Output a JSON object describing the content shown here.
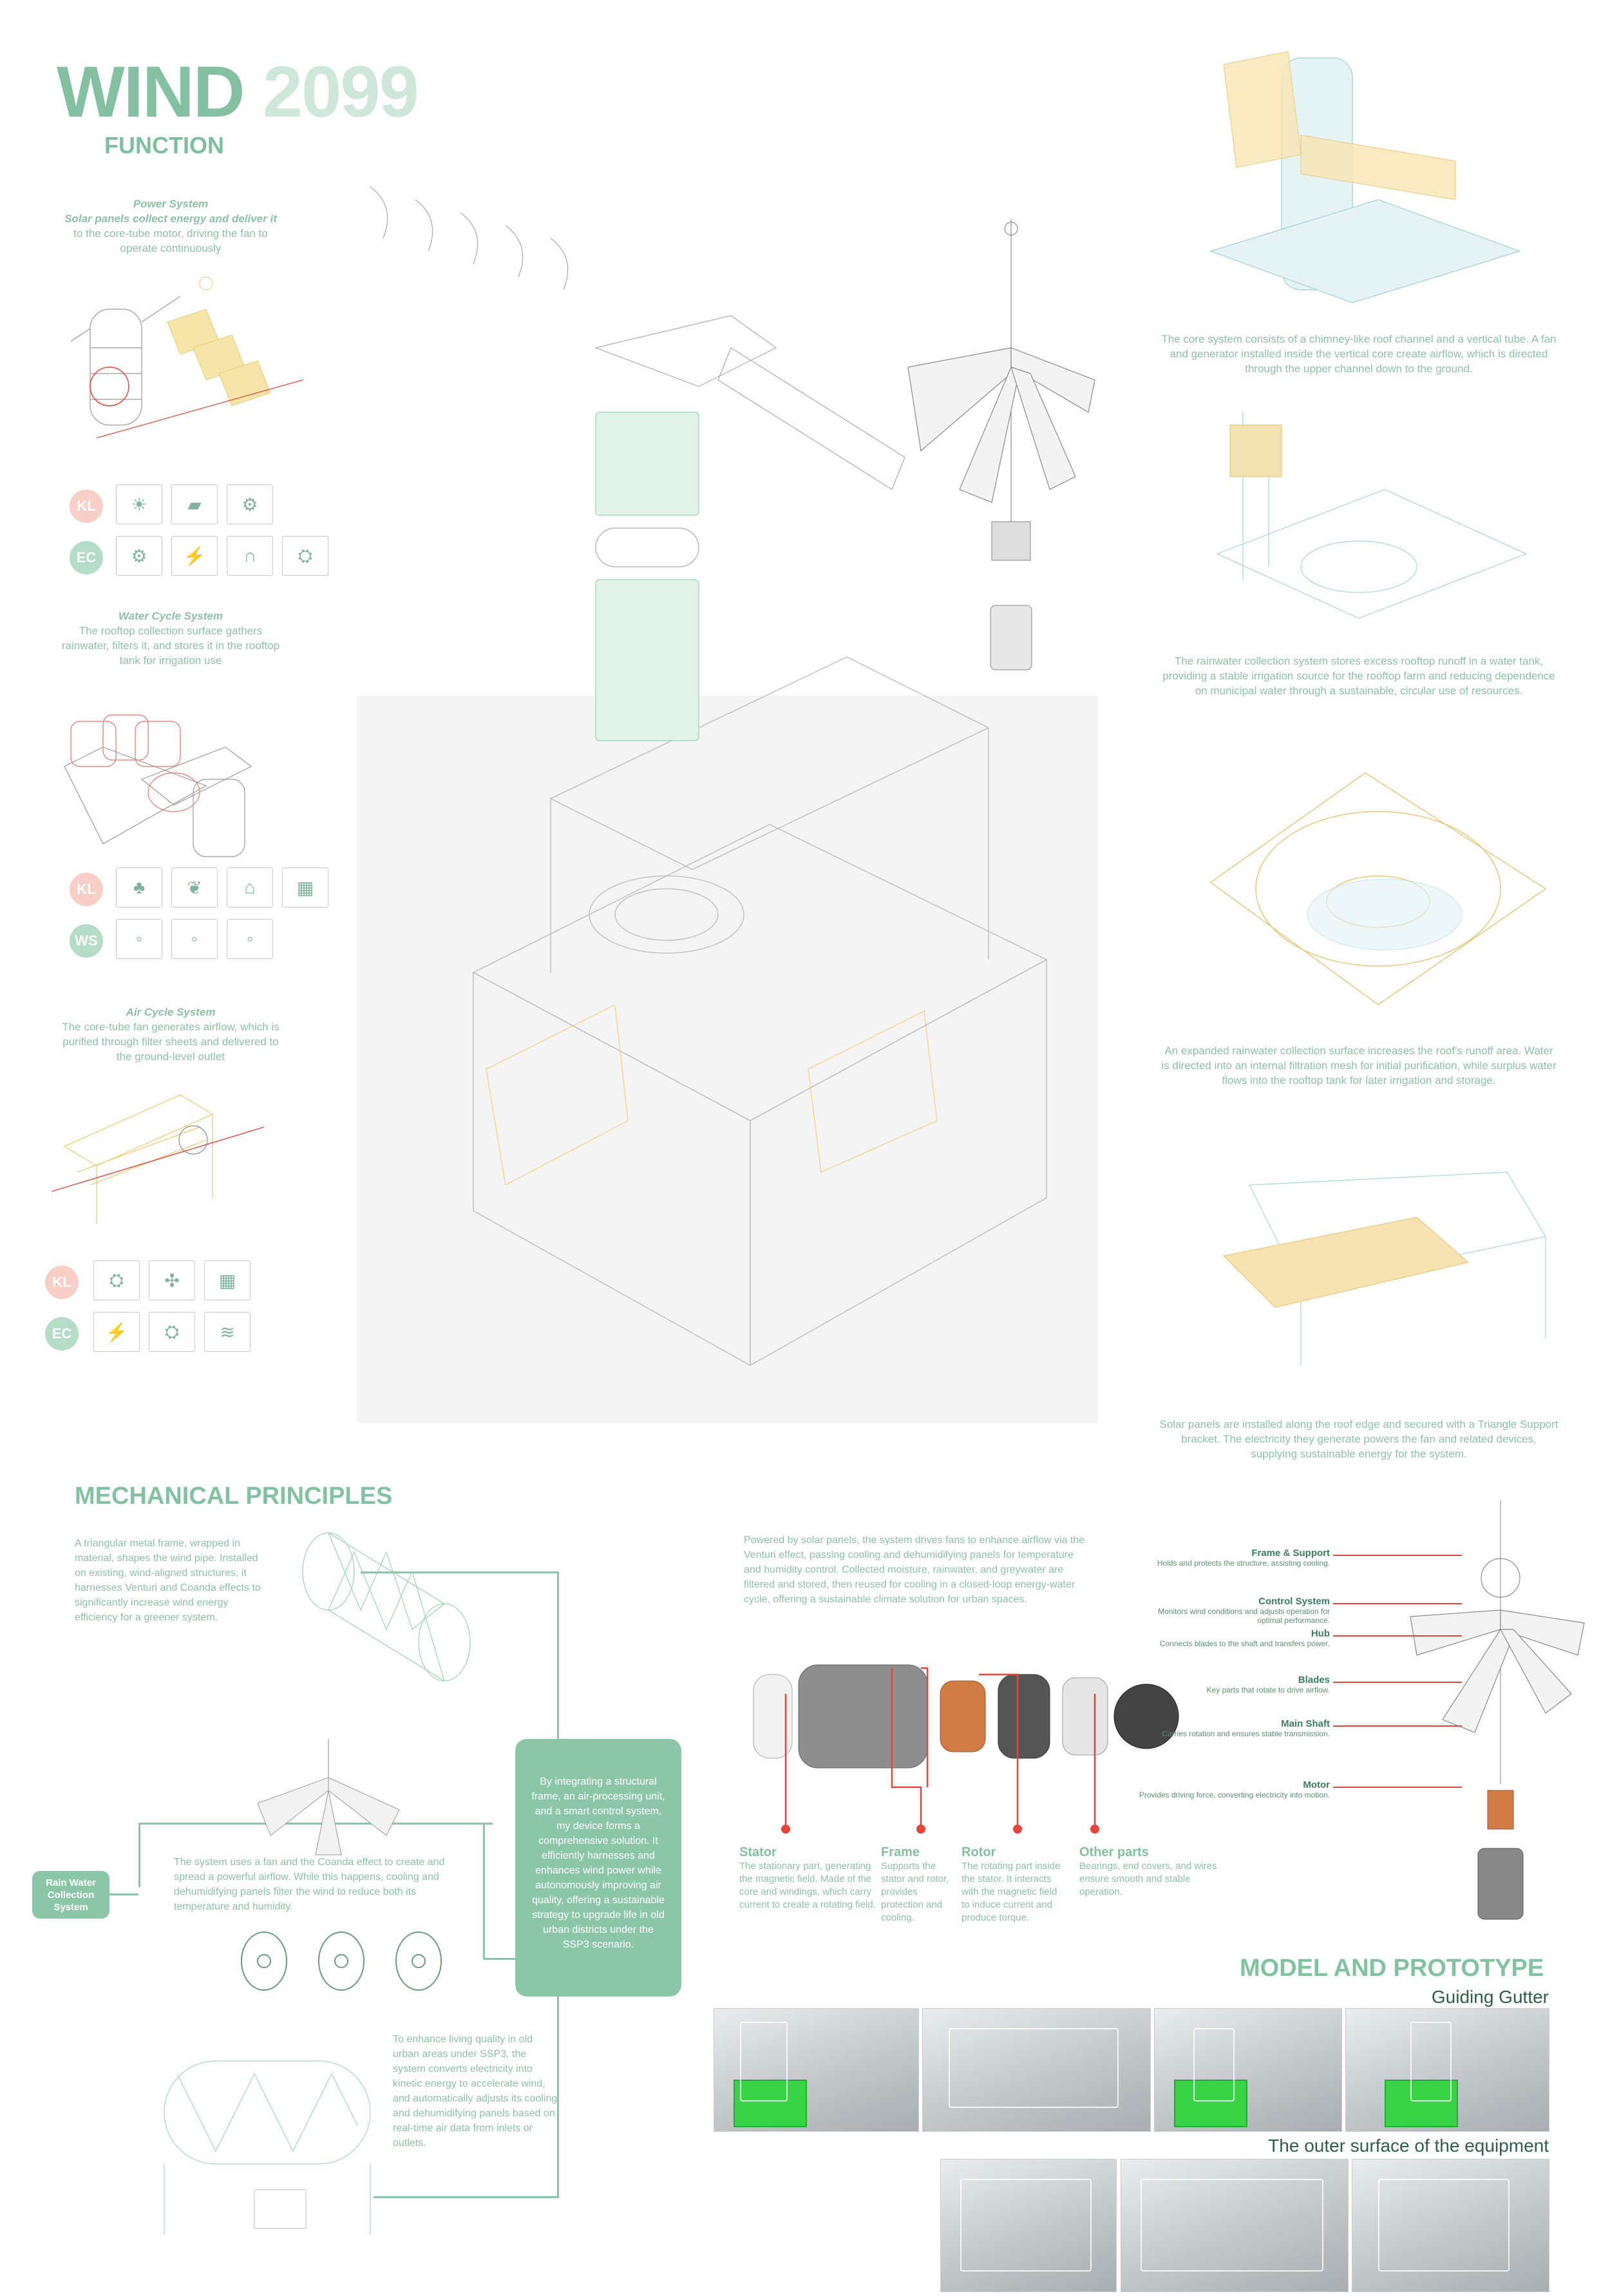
{
  "header": {
    "title_wind": "WIND",
    "title_year": "2099",
    "subtitle": "FUNCTION"
  },
  "function": {
    "power": {
      "title": "Power System",
      "text1": "Solar panels collect energy and deliver it",
      "text2": "to the core-tube motor, driving the fan to operate continuously"
    },
    "water": {
      "title": "Water Cycle System",
      "text": "The rooftop collection surface gathers rainwater, filters it, and stores it in the rooftop tank for irrigation use"
    },
    "air": {
      "title": "Air Cycle System",
      "text": "The core-tube fan generates airflow, which is purified through filter sheets and delivered to the ground-level outlet"
    },
    "badges": {
      "kl": "KL",
      "ec": "EC",
      "ws": "WS"
    }
  },
  "right_captions": {
    "c1": "The core system consists of a chimney-like roof channel and a vertical tube. A fan and generator installed inside the vertical core create airflow, which is directed through the upper channel down to the ground.",
    "c2": "The rainwater collection system stores excess rooftop runoff in a water tank, providing a stable irrigation source for the rooftop farm and reducing dependence on municipal water through a sustainable, circular use of resources.",
    "c3": "An expanded rainwater collection surface increases the roof's runoff area. Water is directed into an internal filtration mesh for initial purification, while surplus water flows into the rooftop tank for later irrigation and storage.",
    "c4": "Solar panels are installed along the roof edge and secured with a Triangle Support bracket. The electricity they generate powers the fan and related devices, supplying sustainable energy for the system."
  },
  "mechanical": {
    "heading": "MECHANICAL PRINCIPLES",
    "p1": "A triangular metal frame, wrapped in material, shapes the wind pipe. Installed on existing, wind-aligned structures, it harnesses Venturi and Coanda effects to significantly increase wind energy efficiency for a greener system.",
    "p2": "The system uses a fan and the Coanda effect to create and spread a powerful airflow. While this happens, cooling and dehumidifying panels filter the wind to reduce both its temperature and humidity.",
    "p3": "To enhance living quality in old urban areas under SSP3, the system converts electricity into kinetic energy to accelerate wind, and automatically adjusts its cooling and dehumidifying panels based on real-time air data from inlets or outlets.",
    "rain_label": "Rain Water Collection System",
    "center_box": "By integrating a structural frame, an air-processing unit, and a smart control system, my device forms a comprehensive solution. It efficiently harnesses and enhances wind power while autonomously improving air quality, offering a sustainable strategy to upgrade life in old urban districts under the SSP3 scenario.",
    "solar_para": "Powered by solar panels, the system drives fans to enhance airflow via the Venturi effect, passing cooling and dehumidifying panels for temperature and humidity control. Collected moisture, rainwater, and greywater are filtered and stored, then reused for cooling in a closed-loop energy-water cycle, offering a sustainable climate solution for urban spaces."
  },
  "parts": [
    {
      "name": "Stator",
      "text": "The stationary part, generating the magnetic field. Made of the core and windings, which carry current to create a rotating field."
    },
    {
      "name": "Frame",
      "text": "Supports the stator and rotor, provides protection and cooling."
    },
    {
      "name": "Rotor",
      "text": "The rotating part inside the stator. It interacts with the magnetic field to induce current and produce torque."
    },
    {
      "name": "Other parts",
      "text": "Bearings, end covers, and wires ensure smooth and stable operation."
    }
  ],
  "callouts": [
    {
      "name": "Frame & Support",
      "text": "Holds and protects the structure, assisting cooling."
    },
    {
      "name": "Control System",
      "text": "Monitors wind conditions and adjusts operation for optimal performance."
    },
    {
      "name": "Hub",
      "text": "Connects blades to the shaft and transfers power."
    },
    {
      "name": "Blades",
      "text": "Key parts that rotate to drive airflow."
    },
    {
      "name": "Main Shaft",
      "text": "Carries rotation and ensures stable transmission."
    },
    {
      "name": "Motor",
      "text": "Provides driving force, converting electricity into motion."
    }
  ],
  "prototype": {
    "heading": "MODEL AND PROTOTYPE",
    "sub1": "Guiding Gutter",
    "sub2": "The outer surface of the equipment"
  },
  "colors": {
    "accent": "#86c0a3",
    "red": "#e5453a",
    "tank_green": "#38d446"
  }
}
